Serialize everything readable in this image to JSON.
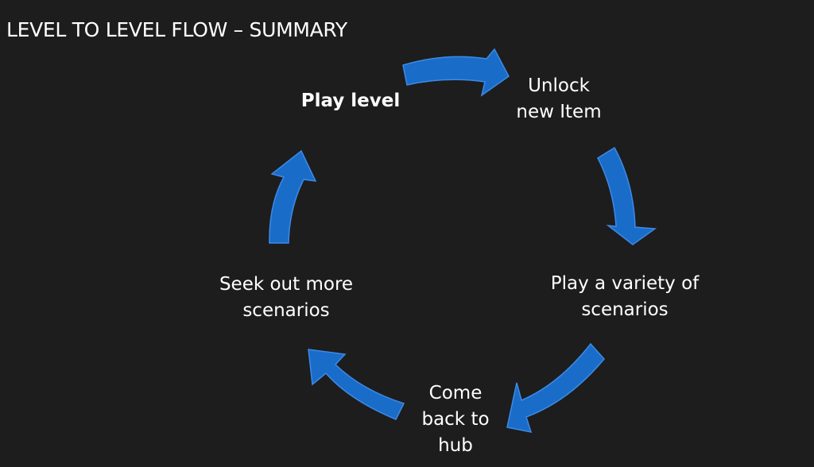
{
  "slide": {
    "title": "LEVEL TO LEVEL FLOW – SUMMARY"
  },
  "nodes": {
    "play_level": {
      "lines": [
        "Play level"
      ]
    },
    "unlock_item": {
      "lines": [
        "Unlock",
        "new Item"
      ]
    },
    "play_variety": {
      "lines": [
        "Play a variety of",
        "scenarios"
      ]
    },
    "come_back": {
      "lines": [
        "Come",
        "back to",
        "hub"
      ]
    },
    "seek_more": {
      "lines": [
        "Seek out more",
        "scenarios"
      ]
    }
  },
  "colors": {
    "background": "#1d1d1d",
    "arrow_fill": "#1a6cc9",
    "arrow_outline": "#3d8ae6",
    "text": "#ffffff"
  }
}
